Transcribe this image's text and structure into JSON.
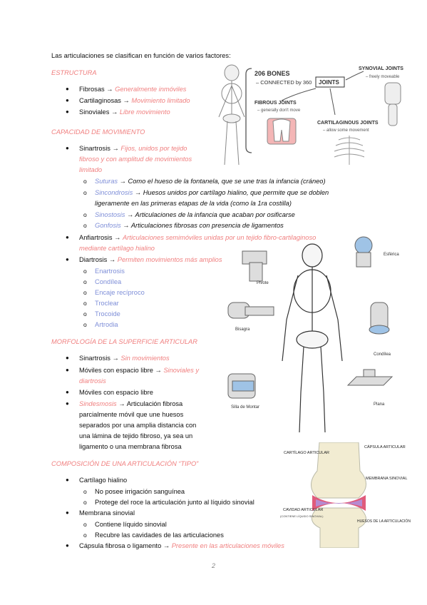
{
  "intro": "Las articulaciones se clasifican en función de varios factores:",
  "sec_estructura": {
    "heading": "ESTRUCTURA",
    "items": [
      {
        "term": "Fibrosas",
        "arrow": "→",
        "desc": "Generalmente inmóviles"
      },
      {
        "term": "Cartilaginosas",
        "arrow": "→",
        "desc": "Movimiento limitado"
      },
      {
        "term": "Sinoviales",
        "arrow": "→",
        "desc": "Libre movimiento"
      }
    ]
  },
  "sec_movimiento": {
    "heading": "CAPACIDAD DE MOVIMIENTO",
    "sinartrosis": {
      "term": "Sinartrosis",
      "arrow": "→",
      "desc_l1": "Fijos, unidos por tejido",
      "desc_l2": "fibroso y con amplitud de movimientos",
      "desc_l3": "limitado"
    },
    "sin_sub": [
      {
        "term": "Suturas",
        "arrow": "→",
        "l1": "Como el hueso de la fontanela, que se une tras la infancia (cráneo)",
        "l2": ""
      },
      {
        "term": "Sincondrosis",
        "arrow": "→",
        "l1": "Huesos unidos por cartílago hialino, que permite que se doblen",
        "l2": "ligeramente en las primeras etapas de la vida (como la 1ra costilla)"
      },
      {
        "term": "Sinostosis",
        "arrow": "→",
        "l1": "Articulaciones de la infancia que acaban por osificarse",
        "l2": ""
      },
      {
        "term": "Gonfosis",
        "arrow": "→",
        "l1": "Articulaciones fibrosas con presencia de ligamentos",
        "l2": ""
      }
    ],
    "anfiartrosis": {
      "term": "Anfiartrosis",
      "arrow": "→",
      "desc_l1": "Articulaciones semimóviles unidas por un tejido fibro-cartilaginoso",
      "desc_l2": "mediante cartílago hialino"
    },
    "diartrosis": {
      "term": "Diartrosis",
      "arrow": "→",
      "desc": "Permiten movimientos más amplios"
    },
    "dia_sub": [
      "Enartrosis",
      "Condílea",
      "Encaje recíproco",
      "Troclear",
      "Trocoide",
      "Artrodia"
    ]
  },
  "sec_morfologia": {
    "heading": "MORFOLOGÍA DE LA SUPERFICIE ARTICULAR",
    "items": [
      {
        "term": "Sinartrosis",
        "arrow": "→",
        "desc_l1": "Sin movimientos",
        "desc_l2": ""
      },
      {
        "term": "Móviles con espacio libre",
        "arrow": "→",
        "desc_l1": "Sinoviales y",
        "desc_l2": "diartrosis"
      },
      {
        "term": "Móviles con espacio libre",
        "arrow": "",
        "desc_l1": "",
        "desc_l2": ""
      }
    ],
    "sindesmosis": {
      "term": "Sindesmosis",
      "arrow": "→",
      "l1": "Articulación fibrosa",
      "l2": "parcialmente móvil que une huesos",
      "l3": "separados por una amplia distancia con",
      "l4": "una lámina de tejido fibroso, ya sea un",
      "l5": "ligamento o una membrana fibrosa"
    }
  },
  "sec_composicion": {
    "heading": "COMPOSICIÓN DE UNA ARTICULACIÓN “TIPO”",
    "cartilago": "Cartílago hialino",
    "cartilago_sub": [
      "No posee irrigación sanguínea",
      "Protege del roce la articulación junto al líquido sinovial"
    ],
    "membrana": "Membrana sinovial",
    "membrana_sub": [
      "Contiene líquido sinovial",
      "Recubre las cavidades de las articulaciones"
    ],
    "capsula": {
      "term": "Cápsula fibrosa o ligamento",
      "arrow": "→",
      "desc": "Presente en las articulaciones móviles"
    }
  },
  "fig1": {
    "bones": "206 BONES",
    "connected": "– CONNECTED by 360",
    "joints": "JOINTS",
    "synovial": "SYNOVIAL JOINTS",
    "synovial_sub": "– freely moveable",
    "fibrous": "FIBROUS JOINTS",
    "fibrous_sub": "– generally don't move",
    "cartilaginous": "CARTILAGINOUS JOINTS",
    "cartilaginous_sub": "– allow some movement"
  },
  "fig2": {
    "pivote": "Pivote",
    "bisagra": "Bisagra",
    "silla": "Silla de Montar",
    "esferica": "Esférica",
    "condilea": "Condílea",
    "plana": "Plana"
  },
  "fig3": {
    "cartilago": "CARTÍLAGO ARTICULAR",
    "capsula": "CÁPSULA ARTICULAR",
    "membrana": "MEMBRANA SINOVIAL",
    "cavidad": "CAVIDAD ARTICULAR",
    "cavidad_sub": "(CONTIENE LÍQUIDO SINOVIAL)",
    "huesos": "HUESOS DE LA ARTICULACIÓN"
  },
  "page_number": "2"
}
